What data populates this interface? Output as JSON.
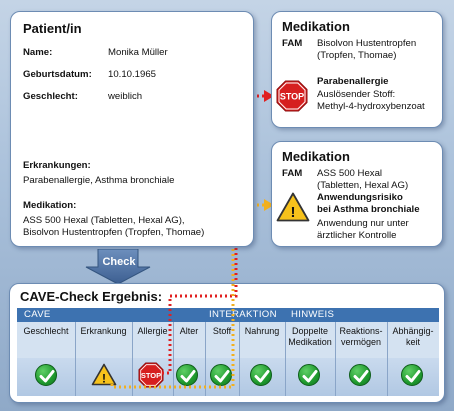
{
  "patient": {
    "title": "Patient/in",
    "name_label": "Name:",
    "name_value": "Monika Müller",
    "dob_label": "Geburtsdatum:",
    "dob_value": "10.10.1965",
    "sex_label": "Geschlecht:",
    "sex_value": "weiblich",
    "conditions_label": "Erkrankungen:",
    "conditions_value": "Parabenallergie, Asthma bronchiale",
    "medication_label": "Medikation:",
    "medication_line1": "ASS 500 Hexal (Tabletten, Hexal AG),",
    "medication_line2": "Bisolvon Hustentropfen (Tropfen, Thomae)"
  },
  "check_button": {
    "label": "Check"
  },
  "med1": {
    "title": "Medikation",
    "fam_label": "FAM",
    "fam_line1": "Bisolvon Hustentropfen",
    "fam_line2": "(Tropfen, Thomae)",
    "warning_title": "Parabenallergie",
    "warning_line1": "Auslösender Stoff:",
    "warning_line2": "Methyl-4-hydroxybenzoat",
    "icon_text": "STOP"
  },
  "med2": {
    "title": "Medikation",
    "fam_label": "FAM",
    "fam_line1": "ASS 500 Hexal",
    "fam_line2": "(Tabletten, Hexal AG)",
    "warning_title1": "Anwendungsrisiko",
    "warning_title2": "bei Asthma bronchiale",
    "warning_line1": "Anwendung nur unter",
    "warning_line2": "ärztlicher Kontrolle",
    "icon_text": "!"
  },
  "result": {
    "title": "CAVE-Check Ergebnis:",
    "groups": [
      "CAVE",
      "INTERAKTION",
      "HINWEIS"
    ],
    "columns": [
      {
        "line1": "Geschlecht",
        "line2": "",
        "status": "ok"
      },
      {
        "line1": "Erkrankung",
        "line2": "",
        "status": "warning"
      },
      {
        "line1": "Allergie",
        "line2": "",
        "status": "stop"
      },
      {
        "line1": "Alter",
        "line2": "",
        "status": "ok"
      },
      {
        "line1": "Stoff",
        "line2": "",
        "status": "ok"
      },
      {
        "line1": "Nahrung",
        "line2": "",
        "status": "ok"
      },
      {
        "line1": "Doppelte",
        "line2": "Medikation",
        "status": "ok"
      },
      {
        "line1": "Reaktions-",
        "line2": "vermögen",
        "status": "ok"
      },
      {
        "line1": "Abhängig-",
        "line2": "keit",
        "status": "ok"
      }
    ],
    "stop_text": "STOP",
    "warning_text": "!"
  },
  "colors": {
    "header_band": "#3d72b0",
    "ok_green": "#1f9a2e",
    "stop_red": "#d61f1f",
    "warning_yellow": "#f7c21b",
    "stop_link_line": "#e02020",
    "warning_link_line": "#f2b01e"
  }
}
